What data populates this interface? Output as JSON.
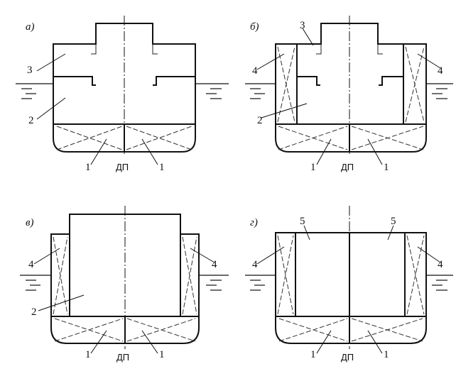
{
  "panels": [
    {
      "id": "a",
      "letter": "а)",
      "labels": [
        "3",
        "2",
        "1",
        "1"
      ],
      "centerline_label": "ДП"
    },
    {
      "id": "b",
      "letter": "б)",
      "labels": [
        "3",
        "4",
        "4",
        "2",
        "1",
        "1"
      ],
      "centerline_label": "ДП"
    },
    {
      "id": "v",
      "letter": "в)",
      "labels": [
        "4",
        "4",
        "2",
        "1",
        "1"
      ],
      "centerline_label": "ДП"
    },
    {
      "id": "g",
      "letter": "г)",
      "labels": [
        "5",
        "5",
        "4",
        "4",
        "1",
        "1"
      ],
      "centerline_label": "ДП"
    }
  ]
}
